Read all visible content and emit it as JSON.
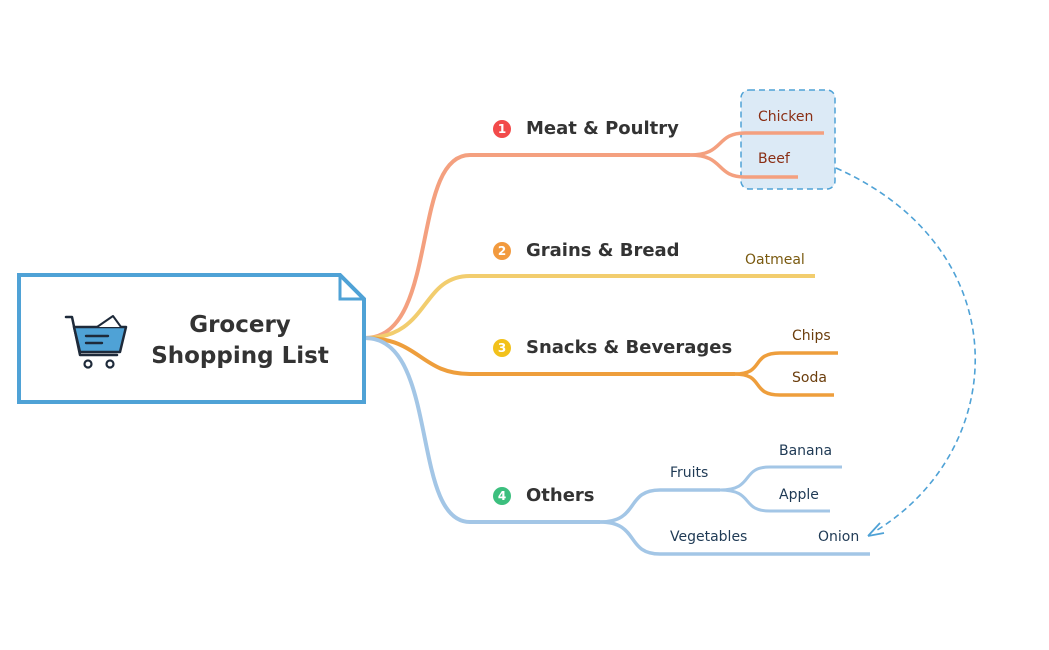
{
  "root": {
    "line1": "Grocery",
    "line2": "Shopping List",
    "icon": "shopping-cart-icon"
  },
  "branches": [
    {
      "number": "1",
      "label": "Meat & Poultry",
      "color": "#F4A07F",
      "badge_color": "#F24A4A",
      "items": [
        "Chicken",
        "Beef"
      ]
    },
    {
      "number": "2",
      "label": "Grains & Bread",
      "color": "#F2CD6E",
      "badge_color": "#F29A3E",
      "items": [
        "Oatmeal"
      ]
    },
    {
      "number": "3",
      "label": "Snacks & Beverages",
      "color": "#EE9E3C",
      "badge_color": "#F2C11B",
      "items": [
        "Chips",
        "Soda"
      ]
    },
    {
      "number": "4",
      "label": "Others",
      "color": "#A3C6E6",
      "badge_color": "#3CBF7E",
      "sub": [
        {
          "label": "Fruits",
          "items": [
            "Banana",
            "Apple"
          ]
        },
        {
          "label": "Vegetables",
          "items": [
            "Onion"
          ]
        }
      ]
    }
  ],
  "colors": {
    "root_border": "#4FA2D6",
    "boundary_fill": "#DCEAF6",
    "boundary_stroke": "#4FA2D6",
    "text_meat": "#8A2E14",
    "text_grains": "#7A5A10",
    "text_snacks": "#6B3D0C",
    "text_others": "#1F3A55"
  }
}
